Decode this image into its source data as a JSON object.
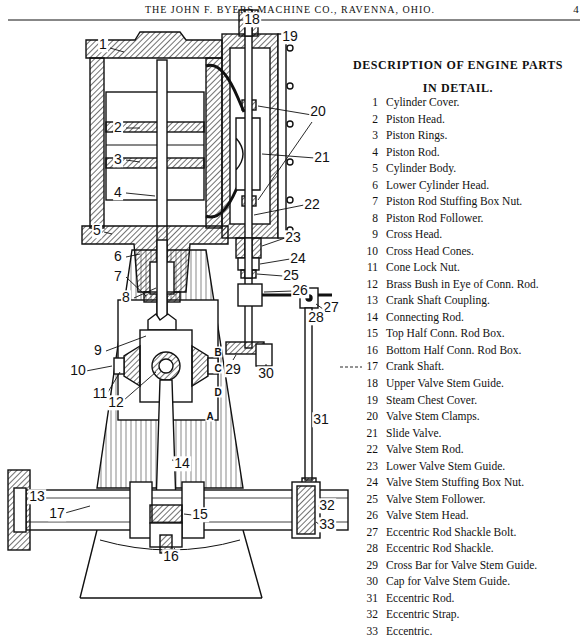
{
  "diagram": {
    "title": "DESCRIPTION OF ENGINE PARTS IN DETAIL.",
    "labels": [
      "THE JOHN F. BYERS MACHINE CO., RAVENNA, OHIO.",
      "4",
      "1",
      "2",
      "3",
      "4",
      "5",
      "6",
      "7",
      "8",
      "9",
      "10",
      "11",
      "12",
      "13",
      "14",
      "15",
      "16",
      "17",
      "18",
      "19",
      "20",
      "21",
      "22",
      "23",
      "24",
      "25",
      "26",
      "27",
      "28",
      "29",
      "30",
      "31",
      "32",
      "33",
      "B",
      "C",
      "D",
      "A",
      "1",
      "Cylinder Cover.",
      "2",
      "Piston Head.",
      "3",
      "Piston Rings.",
      "4",
      "Piston Rod.",
      "5",
      "Cylinder Body.",
      "6",
      "Lower Cylinder Head.",
      "7",
      "Piston Rod Stuffing Box Nut.",
      "8",
      "Piston Rod Follower.",
      "9",
      "Cross Head.",
      "10",
      "Cross Head Cones.",
      "11",
      "Cone Lock Nut.",
      "12",
      "Brass Bush in Eye of Conn. Rod.",
      "13",
      "Crank Shaft Coupling.",
      "14",
      "Connecting Rod.",
      "15",
      "Top Half Conn. Rod Box.",
      "16",
      "Bottom Half Conn. Rod Box.",
      "17",
      "Crank Shaft.",
      "18",
      "Upper Valve Stem Guide.",
      "19",
      "Steam Chest Cover.",
      "20",
      "Valve Stem Clamps.",
      "21",
      "Slide Valve.",
      "22",
      "Valve Stem Rod.",
      "23",
      "Lower Valve Stem Guide.",
      "24",
      "Valve Stem Stuffing Box Nut.",
      "25",
      "Valve Stem Follower.",
      "26",
      "Valve Stem Head.",
      "27",
      "Eccentric Rod Shackle Bolt.",
      "28",
      "Eccentric Rod Shackle.",
      "29",
      "Cross Bar for Valve Stem Guide.",
      "30",
      "Cap for Valve Stem Guide.",
      "31",
      "Eccentric Rod.",
      "32",
      "Eccentric Strap.",
      "33",
      "Eccentric."
    ]
  }
}
